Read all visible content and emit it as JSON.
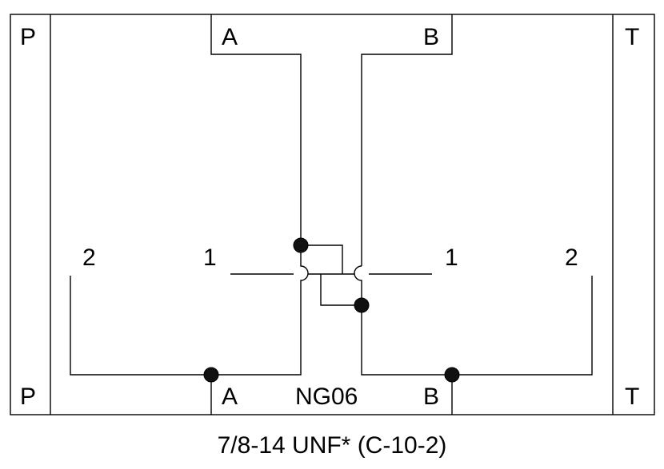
{
  "diagram": {
    "ports_top": {
      "p": "P",
      "a": "A",
      "b": "B",
      "t": "T"
    },
    "ports_bottom": {
      "p": "P",
      "a": "A",
      "b": "B",
      "t": "T"
    },
    "valve_labels": {
      "left_2": "2",
      "left_1": "1",
      "right_1": "1",
      "right_2": "2"
    },
    "size_label": "NG06",
    "caption": "7/8-14 UNF* (C-10-2)"
  }
}
